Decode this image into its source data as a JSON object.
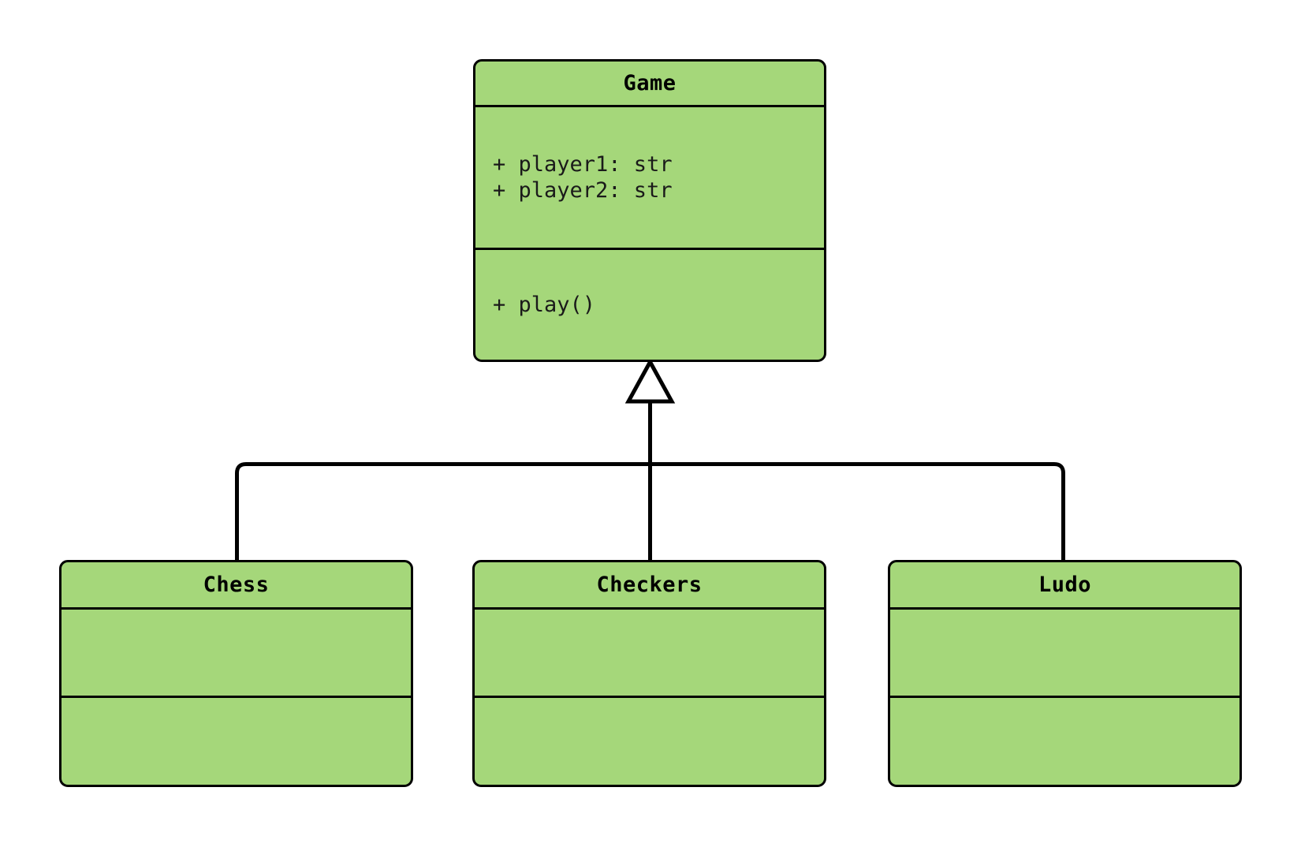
{
  "diagram": {
    "type": "uml-class-diagram",
    "notation": "UML",
    "relationship": "generalization",
    "background_color": "#ffffff",
    "class_fill_color": "#a5d77a",
    "border_color": "#000000",
    "text_color": "#000000"
  },
  "classes": {
    "game": {
      "name": "Game",
      "attributes": [
        "+ player1: str",
        "+ player2: str"
      ],
      "operations": [
        "+ play()"
      ]
    },
    "chess": {
      "name": "Chess",
      "attributes": [],
      "operations": []
    },
    "checkers": {
      "name": "Checkers",
      "attributes": [],
      "operations": []
    },
    "ludo": {
      "name": "Ludo",
      "attributes": [],
      "operations": []
    }
  },
  "relations": [
    {
      "from": "Chess",
      "to": "Game",
      "kind": "inheritance"
    },
    {
      "from": "Checkers",
      "to": "Game",
      "kind": "inheritance"
    },
    {
      "from": "Ludo",
      "to": "Game",
      "kind": "inheritance"
    }
  ]
}
